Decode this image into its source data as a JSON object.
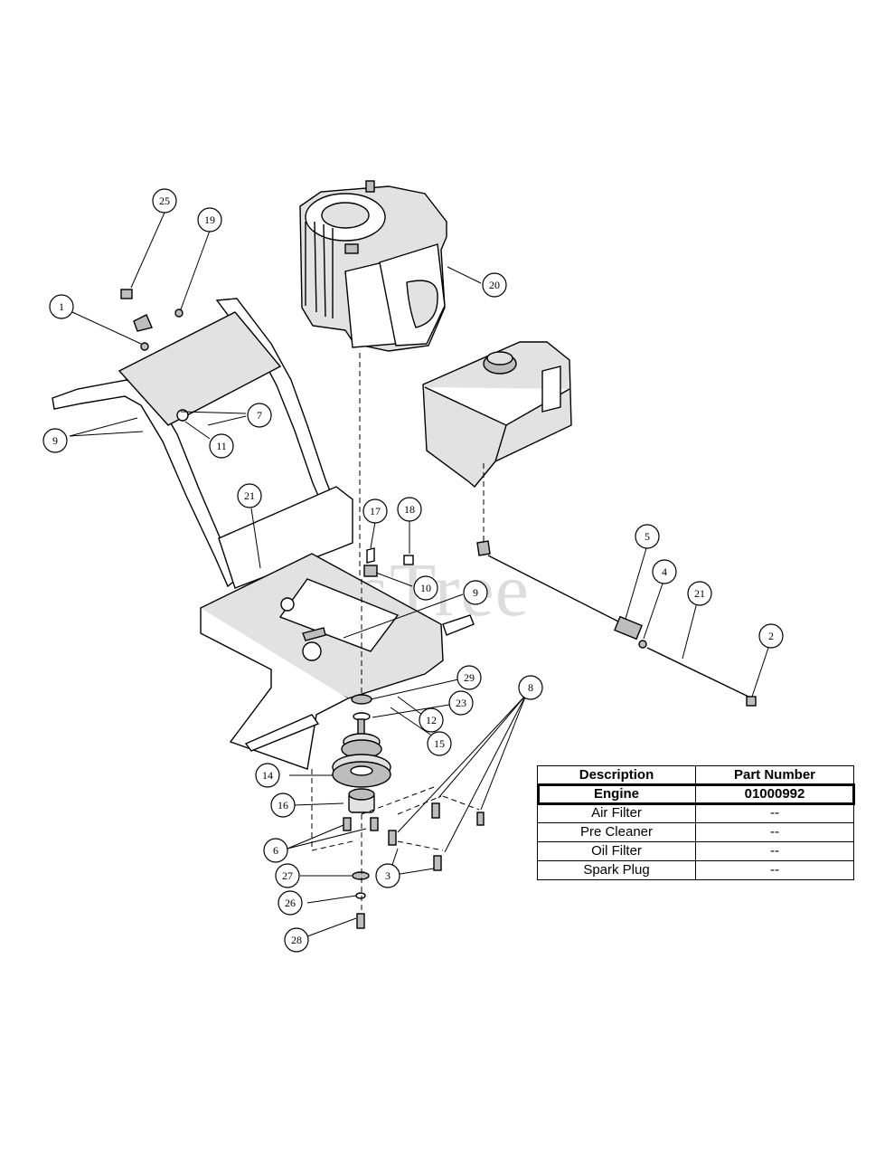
{
  "watermark": "PartsTree",
  "callouts": [
    {
      "id": "c25",
      "label": "25"
    },
    {
      "id": "c19",
      "label": "19"
    },
    {
      "id": "c1",
      "label": "1"
    },
    {
      "id": "c20",
      "label": "20"
    },
    {
      "id": "c7",
      "label": "7"
    },
    {
      "id": "c9a",
      "label": "9"
    },
    {
      "id": "c11",
      "label": "11"
    },
    {
      "id": "c21a",
      "label": "21"
    },
    {
      "id": "c17",
      "label": "17"
    },
    {
      "id": "c18",
      "label": "18"
    },
    {
      "id": "c10",
      "label": "10"
    },
    {
      "id": "c9b",
      "label": "9"
    },
    {
      "id": "c5",
      "label": "5"
    },
    {
      "id": "c4",
      "label": "4"
    },
    {
      "id": "c21b",
      "label": "21"
    },
    {
      "id": "c2",
      "label": "2"
    },
    {
      "id": "c29",
      "label": "29"
    },
    {
      "id": "c23",
      "label": "23"
    },
    {
      "id": "c12",
      "label": "12"
    },
    {
      "id": "c15",
      "label": "15"
    },
    {
      "id": "c8",
      "label": "8"
    },
    {
      "id": "c14",
      "label": "14"
    },
    {
      "id": "c16",
      "label": "16"
    },
    {
      "id": "c6",
      "label": "6"
    },
    {
      "id": "c27",
      "label": "27"
    },
    {
      "id": "c3",
      "label": "3"
    },
    {
      "id": "c26",
      "label": "26"
    },
    {
      "id": "c28",
      "label": "28"
    }
  ],
  "table": {
    "headers": [
      "Description",
      "Part Number"
    ],
    "rows": [
      {
        "description": "Engine",
        "part_number": "01000992",
        "highlighted": true
      },
      {
        "description": "Air Filter",
        "part_number": "--"
      },
      {
        "description": "Pre Cleaner",
        "part_number": "--"
      },
      {
        "description": "Oil Filter",
        "part_number": "--"
      },
      {
        "description": "Spark Plug",
        "part_number": "--"
      }
    ]
  }
}
